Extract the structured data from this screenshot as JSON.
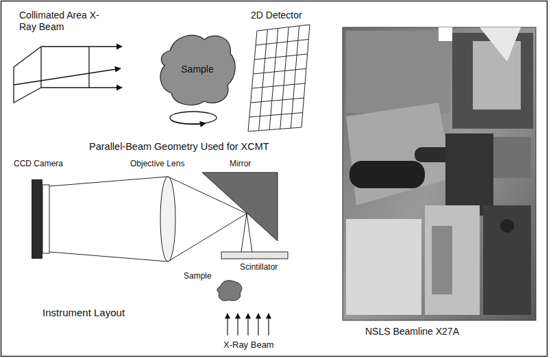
{
  "diagram": {
    "nodes": [
      {
        "text": [
          "Sample"
        ]
      }
    ],
    "labels": [
      "Collimated Area X-Ray Beam",
      "2D Detector",
      "Parallel-Beam Geometry Used for XCMT",
      "CCD Camera",
      "Objective Lens",
      "Mirror",
      "Scintillator",
      "Sample",
      "Instrument Layout",
      "X-Ray Beam",
      "NSLS Beamline X27A"
    ]
  }
}
